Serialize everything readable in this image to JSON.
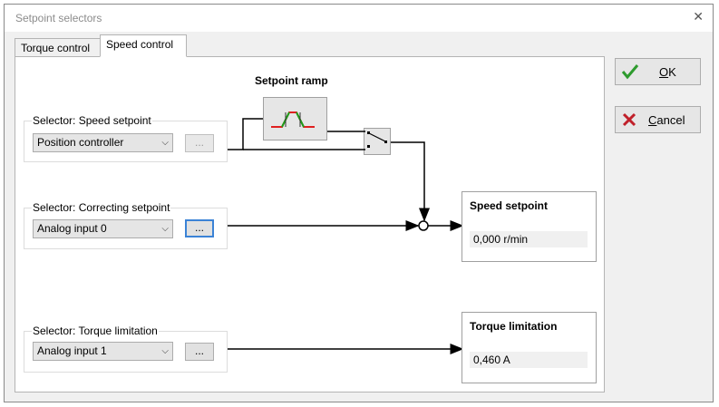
{
  "window": {
    "title": "Setpoint selectors"
  },
  "tabs": [
    {
      "label": "Torque control",
      "active": false
    },
    {
      "label": "Speed control",
      "active": true
    }
  ],
  "diagram": {
    "ramp_label": "Setpoint ramp",
    "selectors": [
      {
        "label": "Selector: Speed setpoint",
        "value": "Position controller",
        "button": "...",
        "button_state": "disabled"
      },
      {
        "label": "Selector: Correcting setpoint",
        "value": "Analog input 0",
        "button": "...",
        "button_state": "focused"
      },
      {
        "label": "Selector: Torque limitation",
        "value": "Analog input 1",
        "button": "...",
        "button_state": "normal"
      }
    ],
    "outputs": [
      {
        "title": "Speed setpoint",
        "value": "0,000  r/min"
      },
      {
        "title": "Torque limitation",
        "value": "0,460 A"
      }
    ]
  },
  "buttons": {
    "ok": {
      "label_pre": "",
      "label_ul": "O",
      "label_post": "K"
    },
    "cancel": {
      "label_pre": "",
      "label_ul": "C",
      "label_post": "ancel"
    }
  },
  "colors": {
    "ok_check": "#2e9b2e",
    "cancel_x": "#c0202a",
    "ramp_red": "#e02020",
    "ramp_green": "#1ca01c",
    "focus_blue": "#3b83d6"
  },
  "icons": {
    "ok": "checkmark-icon",
    "cancel": "x-icon",
    "close": "close-icon",
    "dropdown": "chevron-down-icon"
  }
}
